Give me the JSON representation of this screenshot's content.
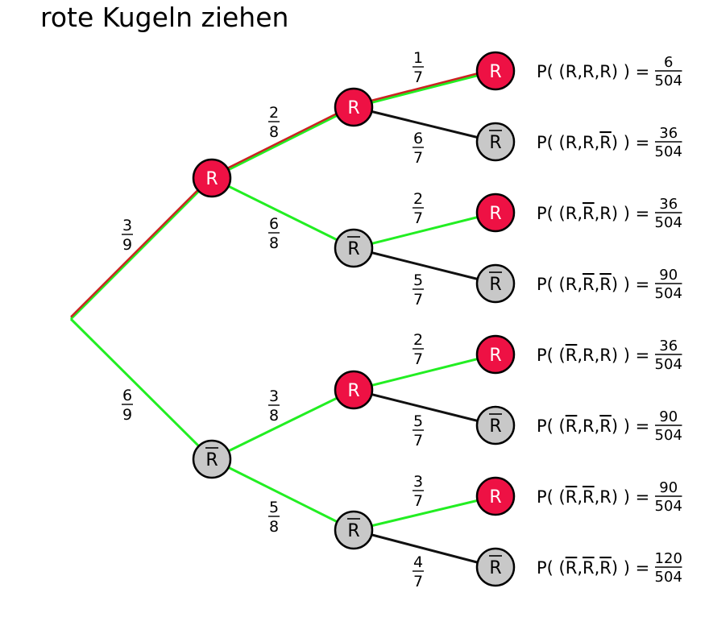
{
  "title": "rote Kugeln ziehen",
  "symbols": {
    "red": "R",
    "notRed": "R"
  },
  "colors": {
    "redFill": "#ee1144",
    "greyFill": "#c8c8c8",
    "greenEdge": "#22ee22",
    "redPath": "#cc2222",
    "blackEdge": "#111111"
  },
  "levels": [
    {
      "edges": [
        {
          "label": [
            "3",
            "9"
          ],
          "color": "green",
          "highlight": true
        },
        {
          "label": [
            "6",
            "9"
          ],
          "color": "green",
          "highlight": false
        }
      ]
    },
    {
      "edges": [
        {
          "label": [
            "2",
            "8"
          ],
          "color": "green",
          "highlight": true
        },
        {
          "label": [
            "6",
            "8"
          ],
          "color": "green",
          "highlight": false
        },
        {
          "label": [
            "3",
            "8"
          ],
          "color": "green",
          "highlight": false
        },
        {
          "label": [
            "5",
            "8"
          ],
          "color": "green",
          "highlight": false
        }
      ]
    },
    {
      "edges": [
        {
          "label": [
            "1",
            "7"
          ],
          "color": "green",
          "highlight": true
        },
        {
          "label": [
            "6",
            "7"
          ],
          "color": "black",
          "highlight": false
        },
        {
          "label": [
            "2",
            "7"
          ],
          "color": "green",
          "highlight": false
        },
        {
          "label": [
            "5",
            "7"
          ],
          "color": "black",
          "highlight": false
        },
        {
          "label": [
            "2",
            "7"
          ],
          "color": "green",
          "highlight": false
        },
        {
          "label": [
            "5",
            "7"
          ],
          "color": "black",
          "highlight": false
        },
        {
          "label": [
            "3",
            "7"
          ],
          "color": "green",
          "highlight": false
        },
        {
          "label": [
            "4",
            "7"
          ],
          "color": "black",
          "highlight": false
        }
      ]
    }
  ],
  "outcomes": [
    {
      "path": [
        "R",
        "R",
        "R"
      ],
      "num": "6",
      "den": "504"
    },
    {
      "path": [
        "R",
        "R",
        "notR"
      ],
      "num": "36",
      "den": "504"
    },
    {
      "path": [
        "R",
        "notR",
        "R"
      ],
      "num": "36",
      "den": "504"
    },
    {
      "path": [
        "R",
        "notR",
        "notR"
      ],
      "num": "90",
      "den": "504"
    },
    {
      "path": [
        "notR",
        "R",
        "R"
      ],
      "num": "36",
      "den": "504"
    },
    {
      "path": [
        "notR",
        "R",
        "notR"
      ],
      "num": "90",
      "den": "504"
    },
    {
      "path": [
        "notR",
        "notR",
        "R"
      ],
      "num": "90",
      "den": "504"
    },
    {
      "path": [
        "notR",
        "notR",
        "notR"
      ],
      "num": "120",
      "den": "504"
    }
  ]
}
